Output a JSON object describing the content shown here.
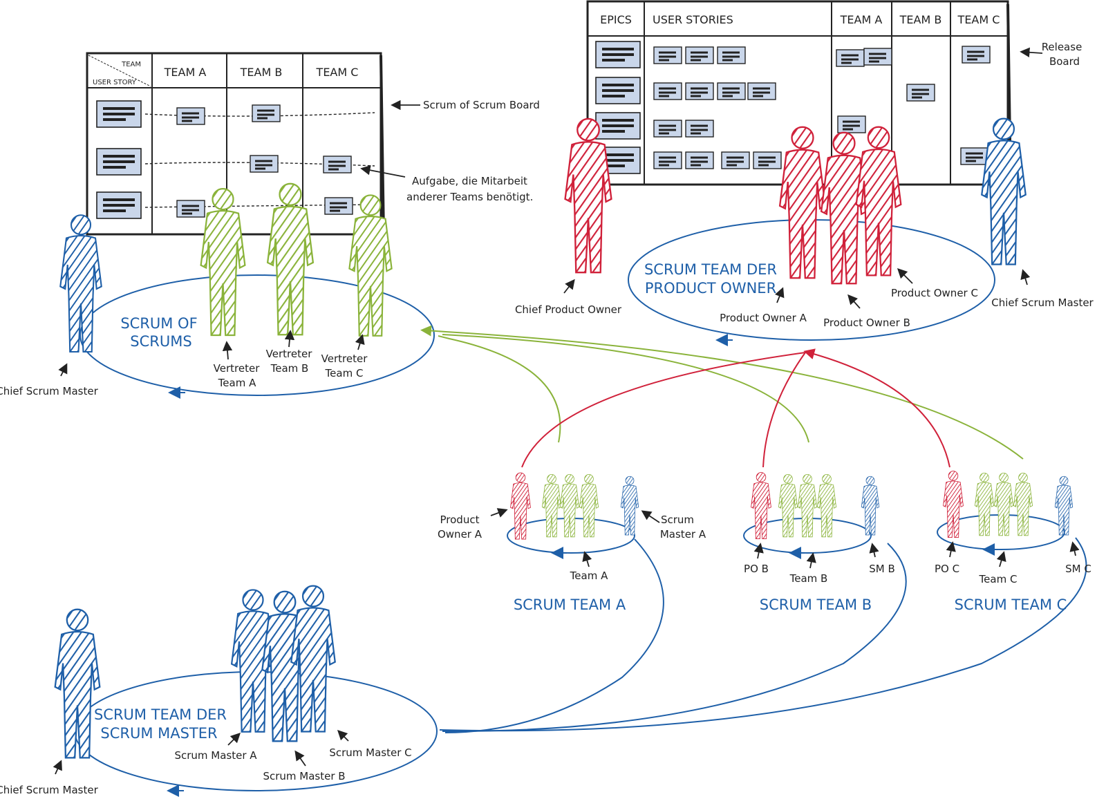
{
  "colors": {
    "blue": "#1e5fa8",
    "green": "#8ab33a",
    "red": "#d0213a",
    "card": "#c9d6ea",
    "ink": "#222222"
  },
  "scrum_of_scrums": {
    "board_corner_team": "TEAM",
    "board_corner_story": "USER STORY",
    "columns": [
      "TEAM A",
      "TEAM B",
      "TEAM C"
    ],
    "board_label": "Scrum of Scrum Board",
    "task_note": [
      "Aufgabe, die Mitarbeit",
      "anderer Teams benötigt."
    ],
    "title": [
      "SCRUM OF",
      "SCRUMS"
    ],
    "rep_a": [
      "Vertreter",
      "Team A"
    ],
    "rep_b": [
      "Vertreter",
      "Team B"
    ],
    "rep_c": [
      "Vertreter",
      "Team C"
    ],
    "chief": "Chief Scrum Master"
  },
  "release": {
    "columns": [
      "EPICS",
      "USER STORIES",
      "TEAM A",
      "TEAM B",
      "TEAM C"
    ],
    "board_label": [
      "Release",
      "Board"
    ],
    "title": [
      "SCRUM TEAM DER",
      "PRODUCT OWNER"
    ],
    "chief_po": "Chief Product Owner",
    "po_a": "Product Owner A",
    "po_b": "Product Owner B",
    "po_c": "Product Owner C",
    "chief_sm": "Chief Scrum Master"
  },
  "team_a": {
    "title": "SCRUM TEAM A",
    "po": [
      "Product",
      "Owner A"
    ],
    "team": "Team A",
    "sm": [
      "Scrum",
      "Master A"
    ]
  },
  "team_b": {
    "title": "SCRUM TEAM B",
    "po": "PO B",
    "team": "Team B",
    "sm": "SM B"
  },
  "team_c": {
    "title": "SCRUM TEAM C",
    "po": "PO C",
    "team": "Team C",
    "sm": "SM C"
  },
  "sm_team": {
    "title": [
      "SCRUM TEAM DER",
      "SCRUM MASTER"
    ],
    "sm_a": "Scrum Master A",
    "sm_b": "Scrum Master B",
    "sm_c": "Scrum Master C",
    "chief": "Chief Scrum Master"
  }
}
